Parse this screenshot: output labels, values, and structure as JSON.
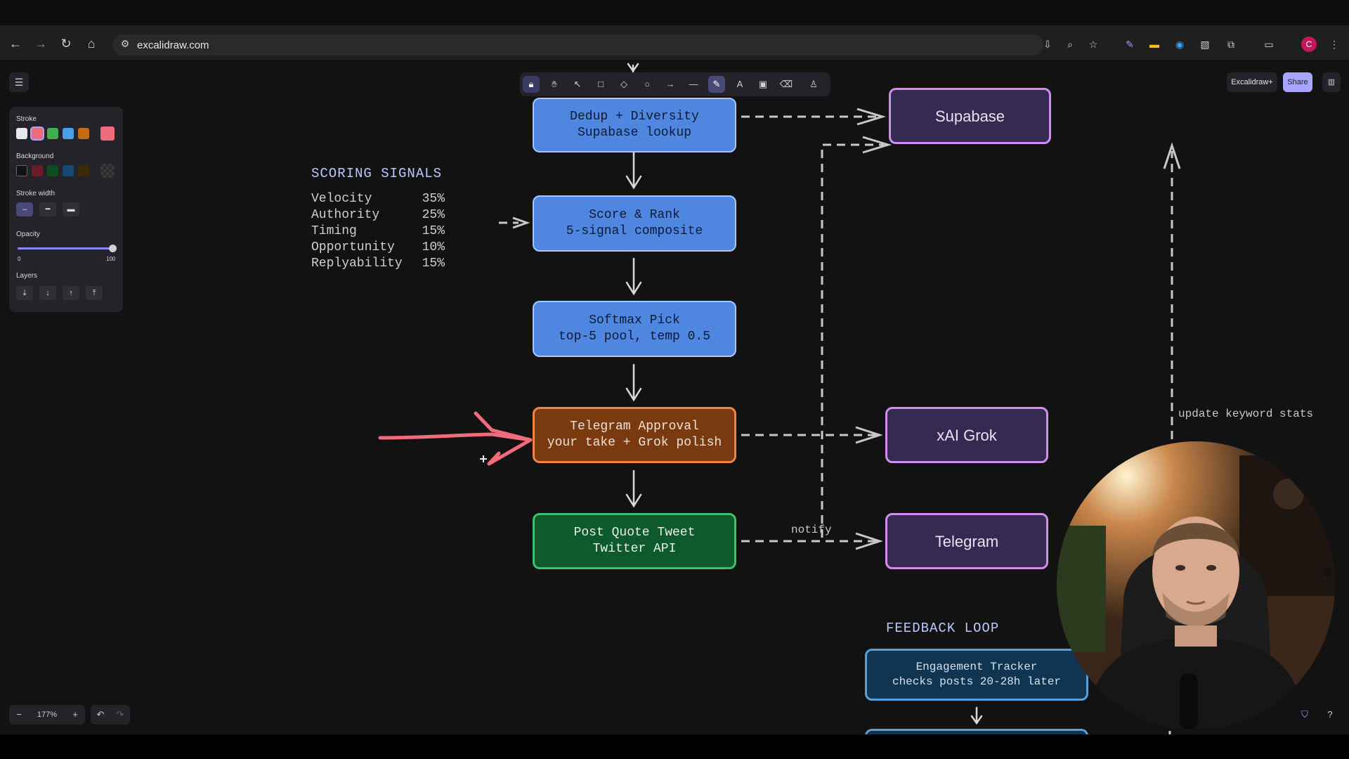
{
  "browser": {
    "url": "excalidraw.com",
    "profile_initial": "C"
  },
  "toolbar": {
    "tools": [
      "lock-icon",
      "hand-icon",
      "selection-icon",
      "rectangle-icon",
      "diamond-icon",
      "ellipse-icon",
      "arrow-icon",
      "line-icon",
      "pencil-icon",
      "text-icon",
      "image-icon",
      "eraser-icon",
      "extra-tools-icon"
    ],
    "active_tool": "pencil-icon"
  },
  "top_right": {
    "excalidraw_plus": "Excalidraw+",
    "share": "Share"
  },
  "properties": {
    "stroke_label": "Stroke",
    "stroke_colors": [
      "#e8e8e8",
      "#f06b7c",
      "#3fae4f",
      "#4a9fe8",
      "#c76b12"
    ],
    "stroke_current": "#f06b7c",
    "background_label": "Background",
    "background_colors": [
      "#121212",
      "#6a1d26",
      "#0e4d1f",
      "#154a70",
      "#3b2a05"
    ],
    "stroke_width_label": "Stroke width",
    "opacity_label": "Opacity",
    "opacity_min": "0",
    "opacity_max": "100",
    "opacity_value": 100,
    "layers_label": "Layers"
  },
  "diagram": {
    "scoring_title": "SCORING SIGNALS",
    "signals": [
      {
        "name": "Velocity",
        "weight": "35%"
      },
      {
        "name": "Authority",
        "weight": "25%"
      },
      {
        "name": "Timing",
        "weight": "15%"
      },
      {
        "name": "Opportunity",
        "weight": "10%"
      },
      {
        "name": "Replyability",
        "weight": "15%"
      }
    ],
    "dedup": {
      "line1": "Dedup + Diversity",
      "line2": "Supabase lookup"
    },
    "score": {
      "line1": "Score & Rank",
      "line2": "5-signal composite"
    },
    "softmax": {
      "line1": "Softmax Pick",
      "line2": "top-5 pool, temp 0.5"
    },
    "telegram_approval": {
      "line1": "Telegram Approval",
      "line2": "your take + Grok polish"
    },
    "post": {
      "line1": "Post Quote Tweet",
      "line2": "Twitter API"
    },
    "supabase": "Supabase",
    "xai": "xAI Grok",
    "telegram": "Telegram",
    "notify_label": "notify",
    "update_label": "update keyword stats",
    "feedback_title": "FEEDBACK LOOP",
    "engagement": {
      "line1": "Engagement Tracker",
      "line2": "checks posts 20-28h later"
    }
  },
  "footer": {
    "zoom": "177%"
  }
}
